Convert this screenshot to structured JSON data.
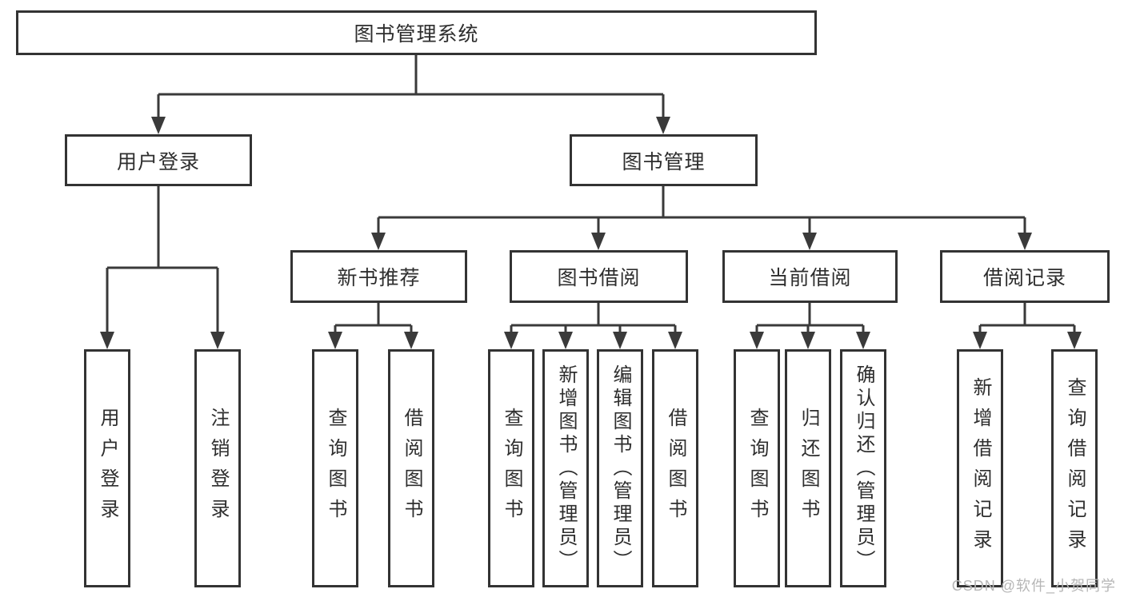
{
  "diagram": {
    "root": {
      "label": "图书管理系统",
      "children": [
        {
          "label": "用户登录",
          "children": [
            {
              "label": "用户登录"
            },
            {
              "label": "注销登录"
            }
          ]
        },
        {
          "label": "图书管理",
          "children": [
            {
              "label": "新书推荐",
              "children": [
                {
                  "label": "查询图书"
                },
                {
                  "label": "借阅图书"
                }
              ]
            },
            {
              "label": "图书借阅",
              "children": [
                {
                  "label": "查询图书"
                },
                {
                  "label": "新增图书（管理员）"
                },
                {
                  "label": "编辑图书（管理员）"
                },
                {
                  "label": "借阅图书"
                }
              ]
            },
            {
              "label": "当前借阅",
              "children": [
                {
                  "label": "查询图书"
                },
                {
                  "label": "归还图书"
                },
                {
                  "label": "确认归还（管理员）"
                }
              ]
            },
            {
              "label": "借阅记录",
              "children": [
                {
                  "label": "新增借阅记录"
                },
                {
                  "label": "查询借阅记录"
                }
              ]
            }
          ]
        }
      ]
    },
    "colors": {
      "line": "#3a3a3a",
      "box_border": "#333333",
      "text": "#2e2e2e",
      "watermark": "#b6b6b6",
      "background": "#ffffff"
    }
  },
  "watermark": {
    "text": "CSDN @软件_小贺同学"
  }
}
